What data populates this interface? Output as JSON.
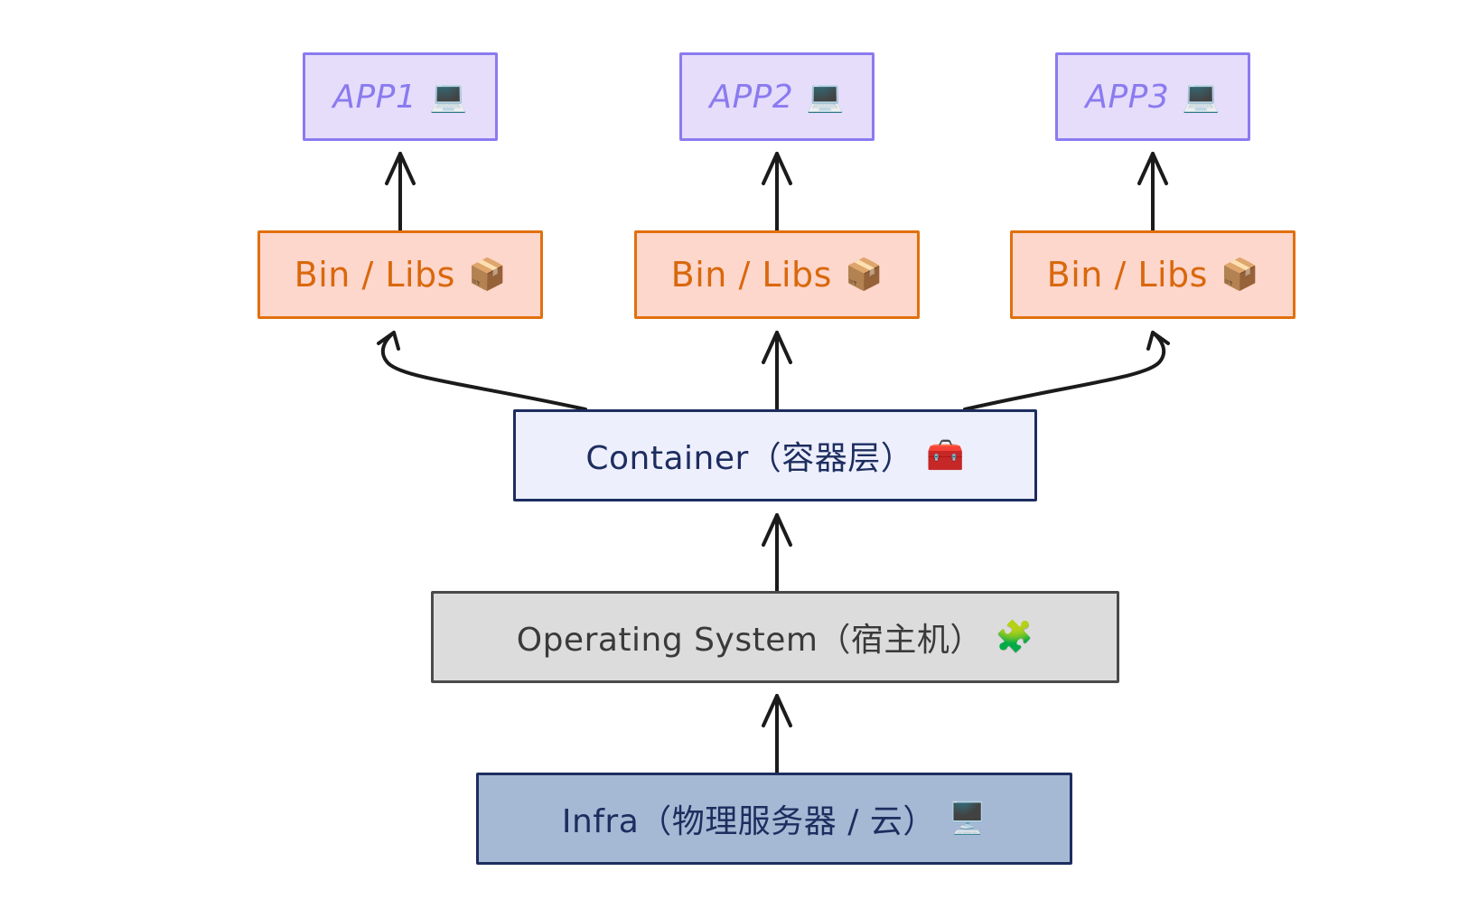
{
  "apps": [
    {
      "label": "APP1",
      "icon": "💻"
    },
    {
      "label": "APP2",
      "icon": "💻"
    },
    {
      "label": "APP3",
      "icon": "💻"
    }
  ],
  "libs": [
    {
      "label": "Bin / Libs",
      "icon": "📦"
    },
    {
      "label": "Bin / Libs",
      "icon": "📦"
    },
    {
      "label": "Bin / Libs",
      "icon": "📦"
    }
  ],
  "container": {
    "label": "Container（容器层）",
    "icon": "🧰"
  },
  "os": {
    "label": "Operating System（宿主机）",
    "icon": "🧩"
  },
  "infra": {
    "label": "Infra（物理服务器 / 云）",
    "icon": "🖥️"
  },
  "colors": {
    "app_fill": "#e6ddfb",
    "app_stroke": "#8a7bf0",
    "lib_fill": "#fdd6cc",
    "lib_stroke": "#e0700e",
    "container_fill": "#edeffc",
    "container_stroke": "#1d2d5f",
    "os_fill": "#dcdcdc",
    "os_stroke": "#4a4a4a",
    "infra_fill": "#a6b9d4",
    "infra_stroke": "#1d2d5f",
    "arrow": "#1b1b1b"
  }
}
